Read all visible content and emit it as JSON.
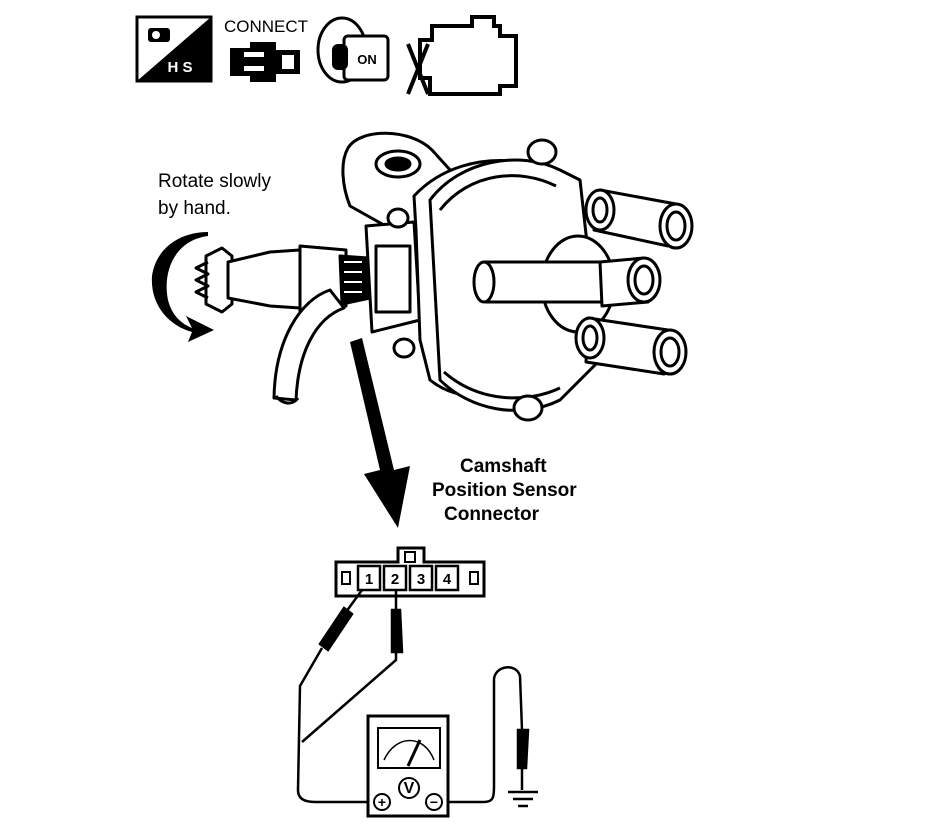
{
  "icons": {
    "hs_label": "H S",
    "connect_label": "CONNECT",
    "on_label": "ON",
    "names": [
      "hs-icon",
      "connector-icon",
      "ignition-key-on-icon",
      "engine-off-icon"
    ]
  },
  "labels": {
    "rotate_line1": "Rotate slowly",
    "rotate_line2": "by hand.",
    "sensor_line1": "Camshaft",
    "sensor_line2": "Position Sensor",
    "sensor_line3": "Connector"
  },
  "connector": {
    "pins": [
      "1",
      "2",
      "3",
      "4"
    ]
  },
  "meter": {
    "positive_symbol": "+",
    "volt_symbol": "V",
    "negative_symbol": "−"
  },
  "colors": {
    "ink": "#000000",
    "paper": "#ffffff"
  }
}
